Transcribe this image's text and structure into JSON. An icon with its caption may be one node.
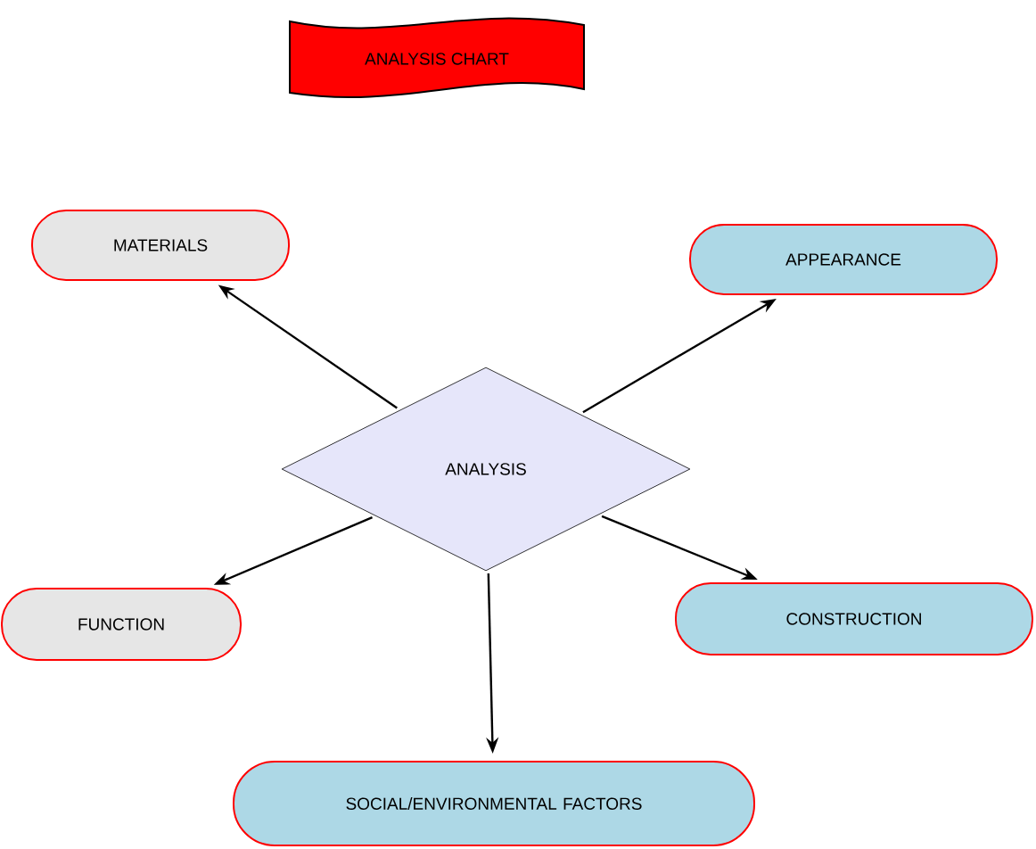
{
  "diagram": {
    "nodes": [
      {
        "text": [
          "ANALYSIS CHART"
        ]
      },
      {
        "text": [
          "MATERIALS"
        ]
      },
      {
        "text": [
          "APPEARANCE"
        ]
      },
      {
        "text": [
          "ANALYSIS"
        ]
      },
      {
        "text": [
          "FUNCTION"
        ]
      },
      {
        "text": [
          "CONSTRUCTION"
        ]
      },
      {
        "text": [
          "SOCIAL/ENVIRONMENTAL FACTORS"
        ]
      }
    ],
    "edges": [
      {
        "from": 3,
        "to": 1,
        "arrow": "to"
      },
      {
        "from": 3,
        "to": 2,
        "arrow": "to"
      },
      {
        "from": 3,
        "to": 4,
        "arrow": "to"
      },
      {
        "from": 3,
        "to": 5,
        "arrow": "to"
      },
      {
        "from": 3,
        "to": 6,
        "arrow": "to"
      }
    ]
  }
}
